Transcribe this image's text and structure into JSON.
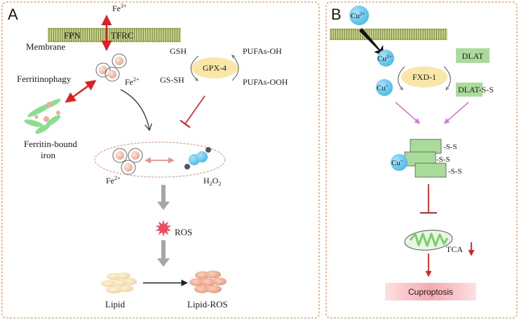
{
  "panel_a": {
    "letter": "A",
    "fe3": "Fe",
    "fe3_sup": "3+",
    "fpn": "FPN",
    "tfrc": "TFRC",
    "membrane": "Membrane",
    "fe2_top": "Fe",
    "fe2_top_sup": "2+",
    "ferritinophagy": "Ferritinophagy",
    "ferritin_bound_1": "Ferritin-bound",
    "ferritin_bound_2": "iron",
    "gsh": "GSH",
    "gs_sh": "GS-SH",
    "gpx4": "GPX-4",
    "pufas_oh": "PUFAs-OH",
    "pufas_ooh": "PUFAs-OOH",
    "fe2_bottom": "Fe",
    "fe2_bottom_sup": "2+",
    "h2o2_h": "H",
    "h2o2_sub1": "2",
    "h2o2_o": "O",
    "h2o2_sub2": "2",
    "ros": "ROS",
    "lipid": "Lipid",
    "lipid_ros": "Lipid-ROS"
  },
  "panel_b": {
    "letter": "B",
    "cu2_top": "Cu",
    "cu2_top_sup": "2+",
    "cu2_mid": "Cu",
    "cu2_mid_sup": "2+",
    "cu1": "Cu",
    "cu1_sup": "+",
    "fxd1": "FXD-1",
    "dlat": "DLAT",
    "dlat_ss": "DLAT",
    "dlat_ss_suffix": "-S-S",
    "ss1": "-S-S",
    "ss2": "-S-S",
    "ss3": "-S-S",
    "cu_cluster": "Cu",
    "cu_cluster_sup": "+",
    "tca": "TCA",
    "cuproptosis": "Cuproptosis"
  },
  "colors": {
    "panel_border": "#e8a06a",
    "red_arrow": "#e02020",
    "gray_arrow": "#a6a6a6",
    "membrane": "#a8b56a",
    "ellipse_fill": "#f8e7a6",
    "cu_blue": "#62c6ee",
    "green_box": "#a9dc9a",
    "magenta_arrow": "#d77ad8",
    "fe_sphere": "#f2b9a4",
    "ros_star": "#ef4c5a",
    "cuproptosis_band": "#f7b8bd"
  }
}
